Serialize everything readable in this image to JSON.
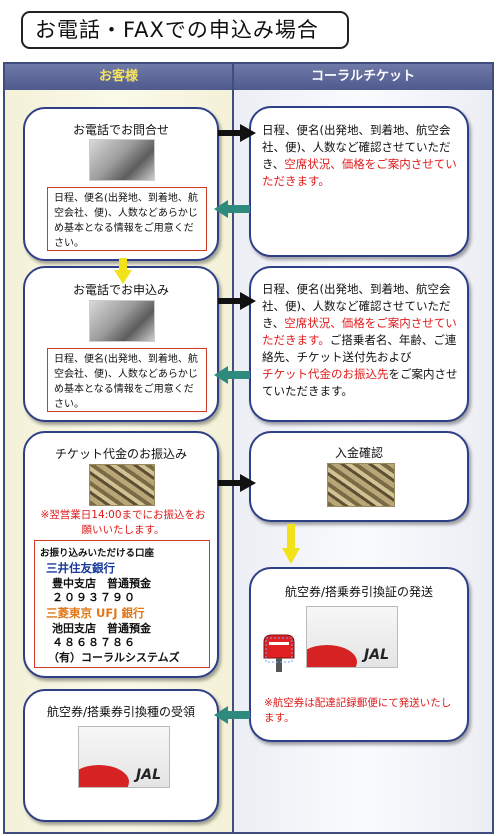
{
  "title": "お電話・FAXでの申込み場合",
  "headers": {
    "customer": "お客様",
    "company": "コーラルチケット"
  },
  "left": {
    "inquiry": {
      "label": "お電話でお問合せ",
      "note": "日程、便名(出発地、到着地、航空会社、便)、人数などあらかじめ基本となる情報をご用意ください。"
    },
    "apply": {
      "label": "お電話でお申込み",
      "note": "日程、便名(出発地、到着地、航空会社、便)、人数などあらかじめ基本となる情報をご用意ください。"
    },
    "payment": {
      "label": "チケット代金のお振込み",
      "note": "※翌営業日14:00までにお振込をお願いいたします。",
      "bank": {
        "title": "お振り込みいただける口座",
        "bank1_name": "三井住友銀行",
        "bank1_branch": "豊中支店　普通預金",
        "bank1_number": "２０９３７９０",
        "bank2_name": "三菱東京 UFJ 銀行",
        "bank2_branch": "池田支店　普通預金",
        "bank2_number": "４８６８７８６",
        "holder": "（有）コーラルシステムズ"
      }
    },
    "receive": {
      "label": "航空券/搭乗券引換種の受領"
    }
  },
  "right": {
    "confirm1": {
      "text": "日程、便名(出発地、到着地、航空会社、便)、人数など確認させていただき、",
      "red": "空席状況、価格をご案内させていただきます。"
    },
    "confirm2": {
      "text": "日程、便名(出発地、到着地、航空会社、便)、人数など確認させていただき、",
      "red": "空席状況、価格をご案内させていただきます。",
      "text2": "ご搭乗者名、年齢、ご連絡先、チケット送付先および",
      "red2": "チケット代金のお振込先",
      "text3": "をご案内させていただきます。"
    },
    "deposit": {
      "label": "入金確認"
    },
    "ship": {
      "label": "航空券/搭乗券引換証の発送",
      "note": "※航空券は配達記録郵便にて発送いたします。"
    }
  },
  "ticket_logo": "JAL",
  "colors": {
    "navy": "#2f3f86",
    "header": "#5a6499",
    "yellow_header_text": "#f7e35a",
    "red": "#e01a1a",
    "teal_arrow": "#2e8a7c",
    "yellow_arrow": "#f2e21a"
  }
}
